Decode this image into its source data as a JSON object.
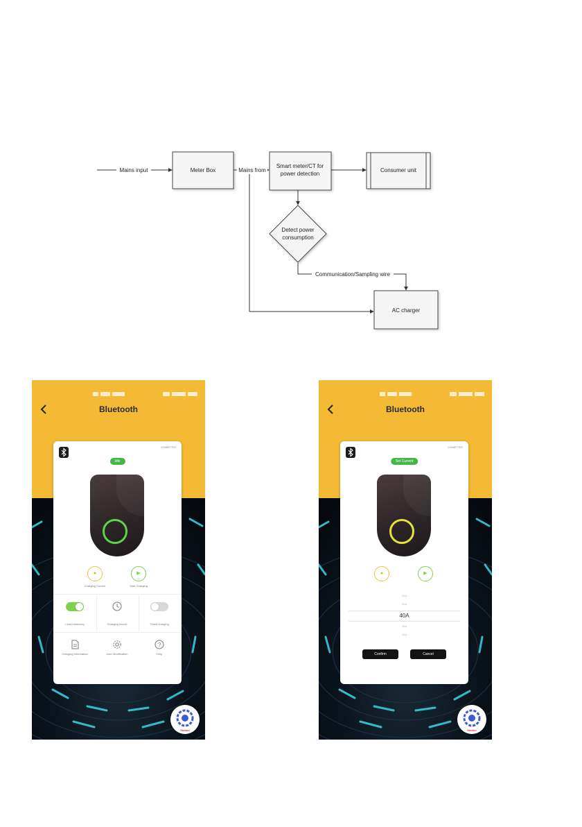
{
  "diagram": {
    "mains_input": "Mains input",
    "meter_box": "Meter Box",
    "mains_from": "Mains from",
    "smart_meter": [
      "Smart meter/CT for",
      "power detection"
    ],
    "consumer_unit": "Consumer unit",
    "detect_power": [
      "Detect power",
      "consumption"
    ],
    "communication_wire": "Communication/Sampling wire",
    "ac_charger": "AC charger"
  },
  "phones": {
    "left": {
      "title": "Bluetooth",
      "status_text": "CONNECTED",
      "pill": "Idle",
      "actions": {
        "charging_current": "Charging Current",
        "start_charging": "Start Charging"
      },
      "features": {
        "load_balancing": "Load balancing",
        "charging_record": "Charging record",
        "timed_charging": "Timed charging",
        "charging_information": "Charging Information",
        "user_modification": "User Modification",
        "help": "Help"
      },
      "fab_label": "Station"
    },
    "right": {
      "title": "Bluetooth",
      "status_text": "CONNECTED",
      "pill": "Set Current",
      "picker": {
        "options_above": [
          "32A",
          "40A"
        ],
        "selected": "40A",
        "options_below": [
          "16A",
          "10A"
        ]
      },
      "confirm": "Confirm",
      "cancel": "Cancel",
      "fab_label": "Station"
    }
  },
  "colors": {
    "header_yellow": "#f4ba36",
    "status_green": "#43b649",
    "ring_green": "#5bd64a",
    "ring_yellow": "#e8e33a",
    "toggle_on": "#7cd24a",
    "bg_dark": "#0b141d",
    "neon_cyan": "#3ad7e6"
  }
}
